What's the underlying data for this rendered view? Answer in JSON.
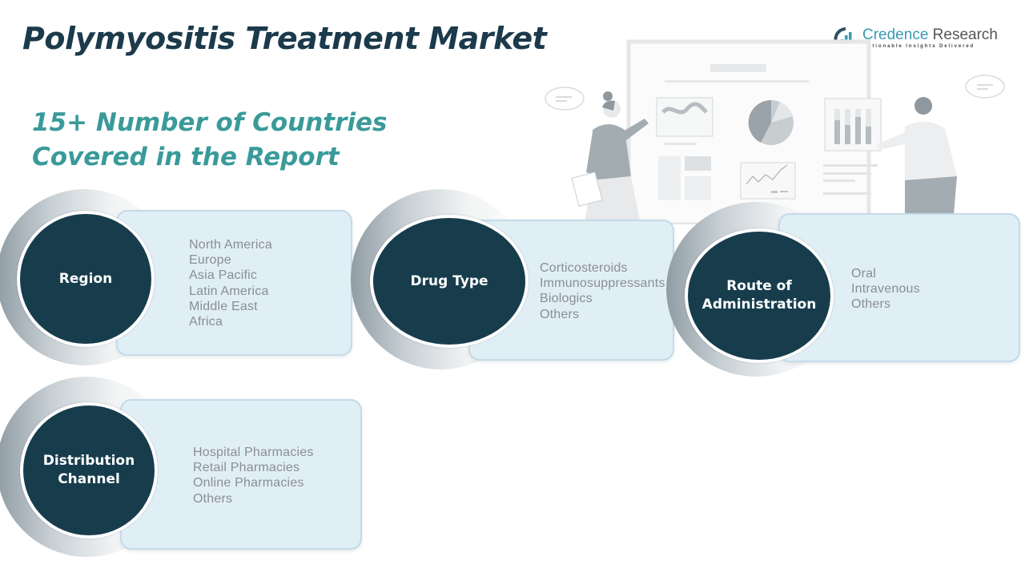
{
  "header": {
    "title": "Polymyositis Treatment Market",
    "subtitle_line1": "15+ Number of Countries",
    "subtitle_line2": "Covered in the Report"
  },
  "logo": {
    "name_accent": "Credence",
    "name_rest": " Research",
    "tagline": "Actionable Insights Delivered",
    "icon": "bar-chart-circle-icon"
  },
  "colors": {
    "title": "#1b3a4b",
    "subtitle": "#3a9a9a",
    "circle": "#173d4d",
    "card": "#e0eef5",
    "item_text": "#8a8f93"
  },
  "segments": [
    {
      "label": "Region",
      "items": [
        "North America",
        "Europe",
        "Asia Pacific",
        "Latin America",
        "Middle East",
        "Africa"
      ]
    },
    {
      "label": "Drug Type",
      "items": [
        "Corticosteroids",
        "Immunosuppressants",
        "Biologics",
        "Others"
      ]
    },
    {
      "label_line1": "Route of",
      "label_line2": "Administration",
      "items": [
        "Oral",
        "Intravenous",
        "Others"
      ]
    },
    {
      "label_line1": "Distribution",
      "label_line2": "Channel",
      "items": [
        "Hospital Pharmacies",
        "Retail Pharmacies",
        "Online Pharmacies",
        "Others"
      ]
    }
  ]
}
